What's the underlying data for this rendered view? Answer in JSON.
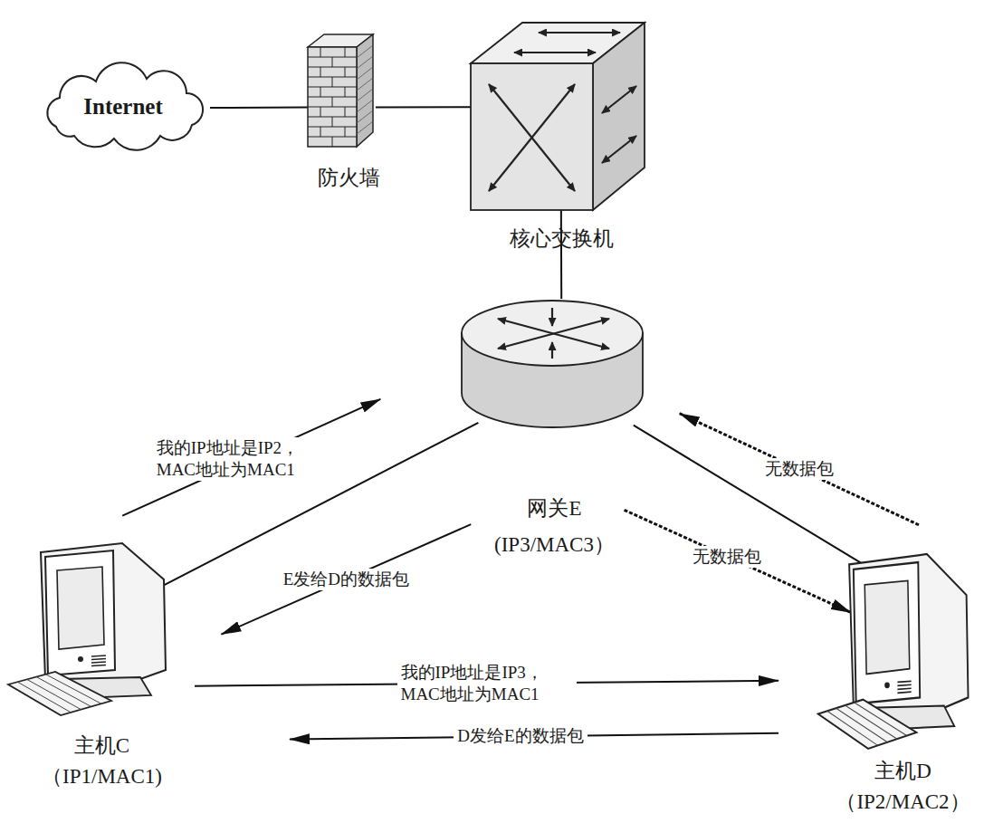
{
  "diagram": {
    "nodes": [
      {
        "text": [
          "Internet"
        ]
      },
      {
        "text": [
          "防火墙"
        ]
      },
      {
        "text": [
          "核心交换机"
        ]
      },
      {
        "text": [
          "网关E",
          "(IP3/MAC3）"
        ]
      },
      {
        "text": [
          "主机C",
          "（IP1/MAC1)"
        ]
      },
      {
        "text": [
          "主机D",
          "（IP2/MAC2）"
        ]
      }
    ],
    "edges": [
      {
        "from": 0,
        "to": 1,
        "arrow": "none"
      },
      {
        "from": 1,
        "to": 2,
        "arrow": "none"
      },
      {
        "from": 2,
        "to": 3,
        "arrow": "none"
      },
      {
        "from": 3,
        "to": 4,
        "arrow": "none"
      },
      {
        "from": 3,
        "to": 5,
        "arrow": "none"
      },
      {
        "from": 4,
        "to": 3,
        "label": "我的IP地址是IP2， MAC地址为MAC1",
        "arrow": "to"
      },
      {
        "from": 3,
        "to": 4,
        "label": "E发给D的数据包",
        "arrow": "to"
      },
      {
        "from": 3,
        "to": 5,
        "label": "无数据包",
        "arrow": "to"
      },
      {
        "from": 5,
        "to": 3,
        "label": "无数据包",
        "arrow": "to"
      },
      {
        "from": 4,
        "to": 5,
        "label": "我的IP地址是IP3，MAC地址为MAC1",
        "arrow": "to"
      },
      {
        "from": 5,
        "to": 4,
        "label": "D发给E的数据包",
        "arrow": "to"
      }
    ]
  }
}
